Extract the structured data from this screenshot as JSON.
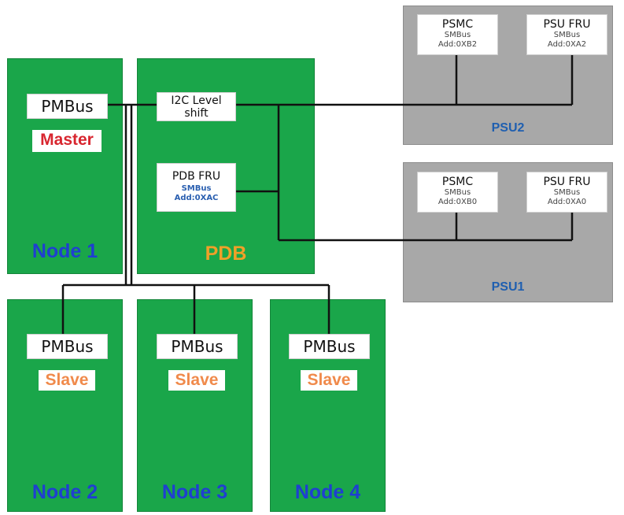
{
  "node1": {
    "bus": "PMBus",
    "role": "Master",
    "label": "Node 1"
  },
  "pdb": {
    "i2c": {
      "line1": "I2C Level",
      "line2": "shift"
    },
    "fru": {
      "title": "PDB FRU",
      "bus": "SMBus",
      "addr": "Add:0XAC"
    },
    "label": "PDB"
  },
  "psu2": {
    "label": "PSU2",
    "psmc": {
      "title": "PSMC",
      "bus": "SMBus",
      "addr": "Add:0XB2"
    },
    "fru": {
      "title": "PSU FRU",
      "bus": "SMBus",
      "addr": "Add:0XA2"
    }
  },
  "psu1": {
    "label": "PSU1",
    "psmc": {
      "title": "PSMC",
      "bus": "SMBus",
      "addr": "Add:0XB0"
    },
    "fru": {
      "title": "PSU FRU",
      "bus": "SMBus",
      "addr": "Add:0XA0"
    }
  },
  "node2": {
    "bus": "PMBus",
    "role": "Slave",
    "label": "Node 2"
  },
  "node3": {
    "bus": "PMBus",
    "role": "Slave",
    "label": "Node 3"
  },
  "node4": {
    "bus": "PMBus",
    "role": "Slave",
    "label": "Node 4"
  },
  "colors": {
    "board": "#1aa64a",
    "psu": "#a8a8a8",
    "master": "#d8262f",
    "slave": "#f08a4b",
    "node_label": "#1f3fd1",
    "pdb_label": "#f0a028",
    "psu_label": "#1f5fb0"
  }
}
